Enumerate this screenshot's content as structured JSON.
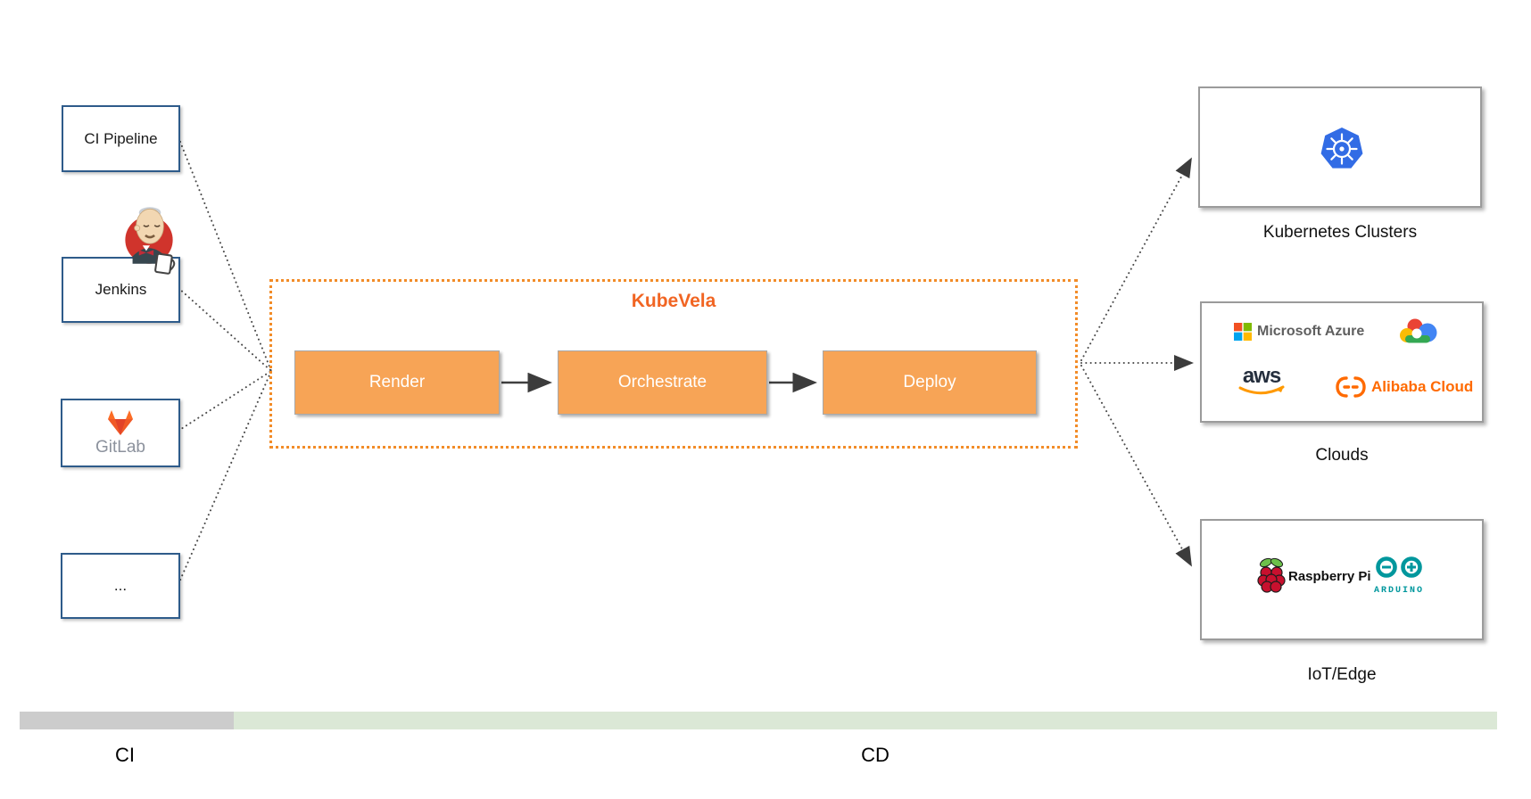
{
  "sources": [
    {
      "label": "CI Pipeline"
    },
    {
      "label": "Jenkins"
    },
    {
      "label": "GitLab"
    },
    {
      "label": "..."
    }
  ],
  "kubevela": {
    "title": "KubeVela",
    "steps": [
      {
        "label": "Render"
      },
      {
        "label": "Orchestrate"
      },
      {
        "label": "Deploy"
      }
    ]
  },
  "targets": {
    "kubernetes": {
      "label": "Kubernetes Clusters"
    },
    "clouds": {
      "label": "Clouds",
      "azure_text": "Microsoft Azure",
      "aws_text": "aws",
      "alibaba_text": "Alibaba Cloud"
    },
    "iot": {
      "label": "IoT/Edge",
      "raspberry_text": "Raspberry Pi",
      "arduino_text": "ARDUINO"
    }
  },
  "timeline": {
    "ci": "CI",
    "cd": "CD"
  },
  "icons": {
    "jenkins": "jenkins-butler-icon",
    "gitlab": "gitlab-tanuki-icon",
    "kubernetes": "kubernetes-helm-icon",
    "azure": "microsoft-azure-icon",
    "google_cloud": "google-cloud-icon",
    "aws": "aws-smile-icon",
    "alibaba": "alibaba-cloud-icon",
    "raspberry_pi": "raspberry-pi-icon",
    "arduino": "arduino-infinity-icon"
  },
  "colors": {
    "kubevela_title": "#F16523",
    "kubevela_dotted_border": "#F28C28",
    "step_fill": "#F7A456",
    "source_border": "#2E5B8A",
    "target_border": "#9B9B9B",
    "connector": "#4A4A4A",
    "ci_bar": "#CCCCCC",
    "cd_bar": "#DBE8D6"
  }
}
